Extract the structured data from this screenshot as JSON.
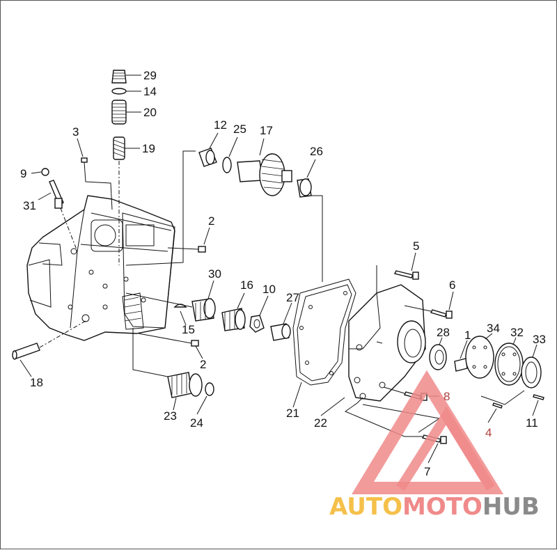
{
  "callouts": [
    {
      "id": "29",
      "text": "29"
    },
    {
      "id": "14",
      "text": "14"
    },
    {
      "id": "20",
      "text": "20"
    },
    {
      "id": "19",
      "text": "19"
    },
    {
      "id": "3",
      "text": "3"
    },
    {
      "id": "9",
      "text": "9"
    },
    {
      "id": "31",
      "text": "31"
    },
    {
      "id": "12",
      "text": "12"
    },
    {
      "id": "25",
      "text": "25"
    },
    {
      "id": "17",
      "text": "17"
    },
    {
      "id": "26",
      "text": "26"
    },
    {
      "id": "2a",
      "text": "2"
    },
    {
      "id": "30",
      "text": "30"
    },
    {
      "id": "16",
      "text": "16"
    },
    {
      "id": "10",
      "text": "10"
    },
    {
      "id": "27",
      "text": "27"
    },
    {
      "id": "15",
      "text": "15"
    },
    {
      "id": "2b",
      "text": "2"
    },
    {
      "id": "18",
      "text": "18"
    },
    {
      "id": "23",
      "text": "23"
    },
    {
      "id": "24",
      "text": "24"
    },
    {
      "id": "21",
      "text": "21"
    },
    {
      "id": "22",
      "text": "22"
    },
    {
      "id": "5",
      "text": "5"
    },
    {
      "id": "6",
      "text": "6"
    },
    {
      "id": "28",
      "text": "28"
    },
    {
      "id": "1",
      "text": "1"
    },
    {
      "id": "34",
      "text": "34"
    },
    {
      "id": "32",
      "text": "32"
    },
    {
      "id": "33",
      "text": "33"
    },
    {
      "id": "8",
      "text": "8"
    },
    {
      "id": "4",
      "text": "4"
    },
    {
      "id": "11",
      "text": "11"
    },
    {
      "id": "7",
      "text": "7"
    }
  ],
  "watermark": {
    "part1": "AUTO",
    "part2": "MOTO",
    "part3": "HUB",
    "colors": {
      "auto": "#f5c04a",
      "moto": "#f08a8a",
      "hub": "#8a8a8a",
      "triangle": "#f08a8a"
    }
  }
}
